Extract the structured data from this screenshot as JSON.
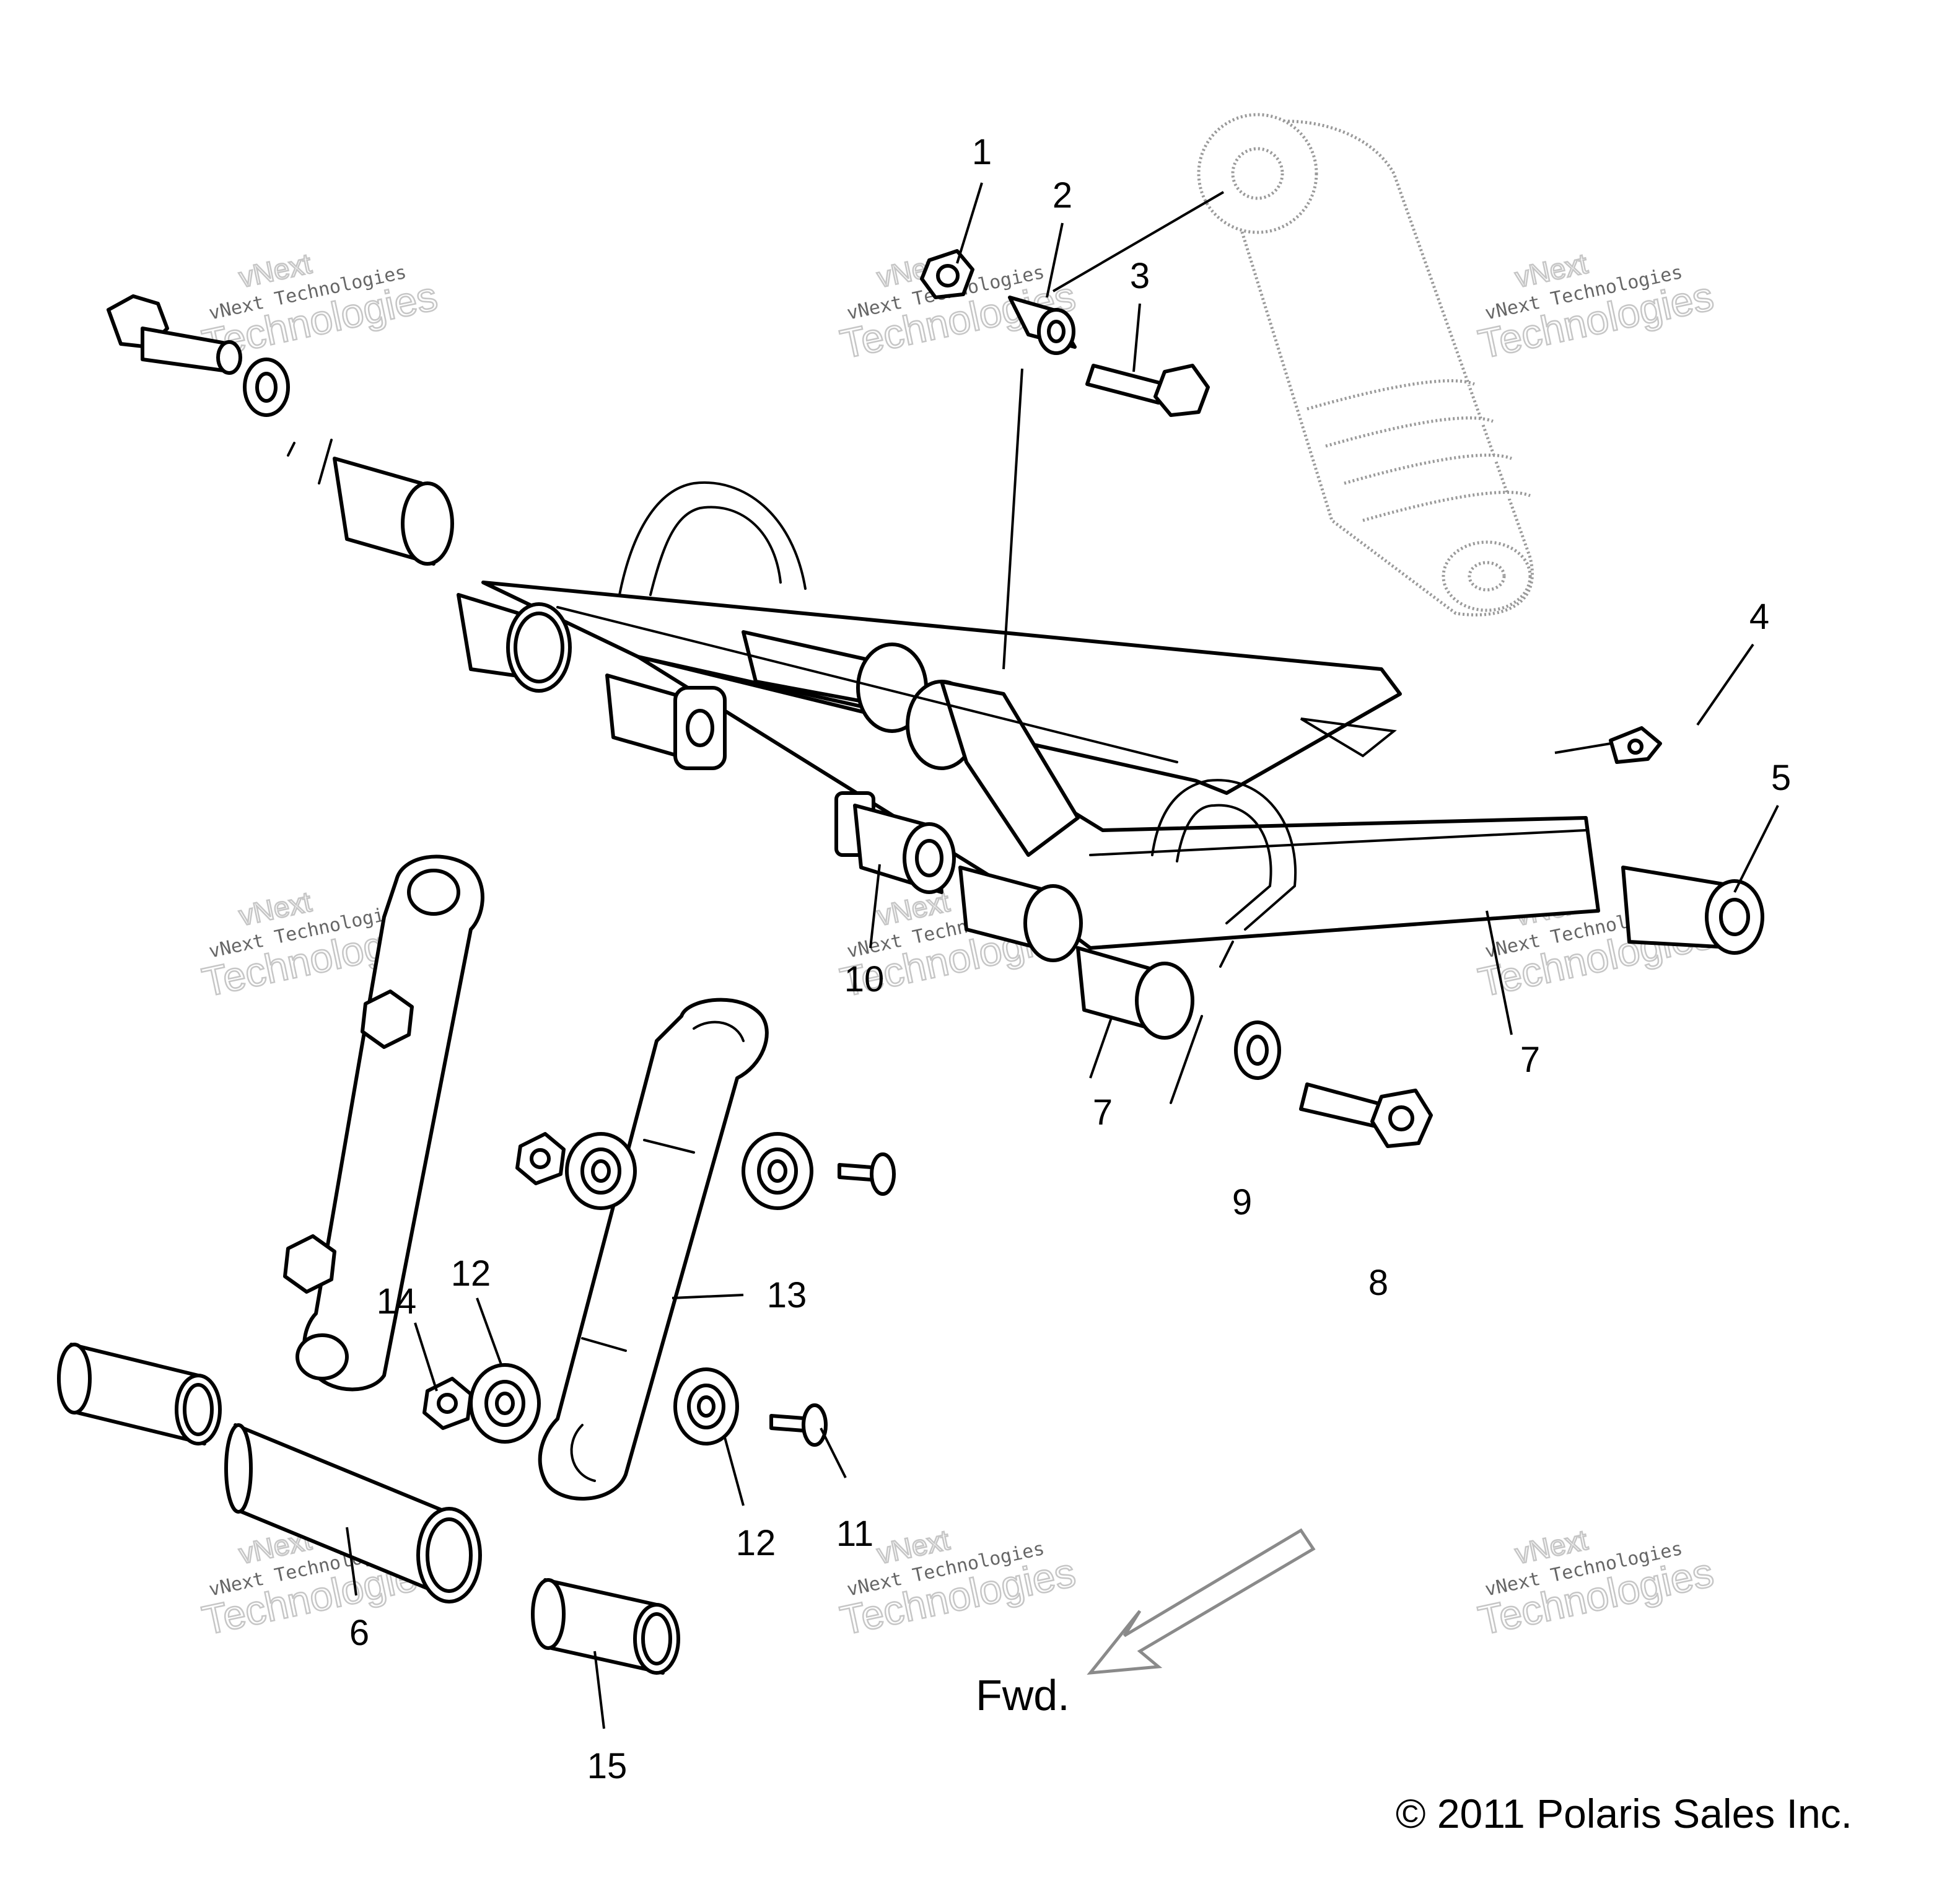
{
  "callouts": [
    {
      "label": "1"
    },
    {
      "label": "2"
    },
    {
      "label": "3"
    },
    {
      "label": "4"
    },
    {
      "label": "5"
    },
    {
      "label": "7"
    },
    {
      "label": "7"
    },
    {
      "label": "8"
    },
    {
      "label": "9"
    },
    {
      "label": "10"
    },
    {
      "label": "13"
    },
    {
      "label": "14"
    },
    {
      "label": "12"
    },
    {
      "label": "12"
    },
    {
      "label": "11"
    },
    {
      "label": "6"
    },
    {
      "label": "15"
    }
  ],
  "direction_label": "Fwd.",
  "copyright": "© 2011 Polaris Sales Inc.",
  "watermark": {
    "line1": "vNext",
    "line2": "vNext Technologies",
    "line3": "Technologies"
  },
  "colors": {
    "line": "#000000",
    "ghost_part": "#9a9a9a",
    "watermark": "#c6c6c6"
  }
}
